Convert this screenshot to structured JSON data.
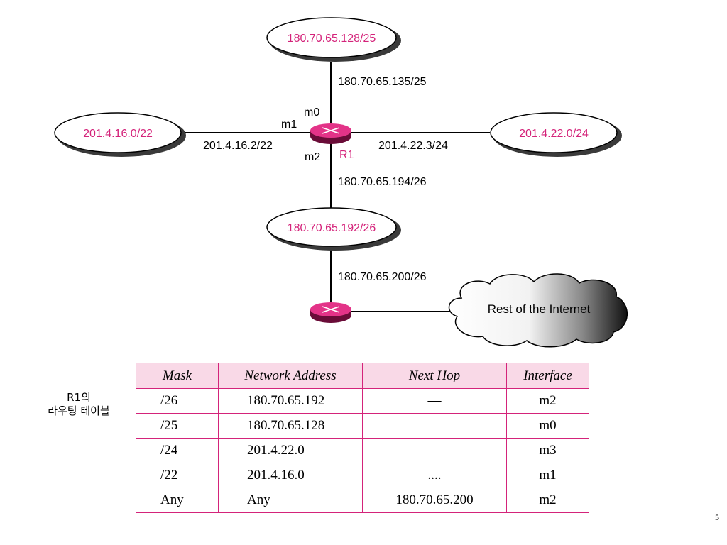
{
  "colors": {
    "network_text": "#d4237a",
    "router_fill": "#e33388",
    "router_shadow": "#6a0c38",
    "table_border": "#d4237a",
    "table_header_bg": "#f9d9e7"
  },
  "diagram": {
    "networks": {
      "top": "180.70.65.128/25",
      "left": "201.4.16.0/22",
      "right": "201.4.22.0/24",
      "bottom": "180.70.65.192/26"
    },
    "router_label": "R1",
    "interfaces": {
      "m0": "m0",
      "m1": "m1",
      "m2": "m2"
    },
    "addresses": {
      "m0": "180.70.65.135/25",
      "m1": "201.4.16.2/22",
      "m3": "201.4.22.3/24",
      "m2": "180.70.65.194/26",
      "default_router": "180.70.65.200/26"
    },
    "internet_label": "Rest of the Internet"
  },
  "caption": {
    "line1": "R1의",
    "line2": "라우팅 테이블"
  },
  "routing_table": {
    "headers": [
      "Mask",
      "Network Address",
      "Next Hop",
      "Interface"
    ],
    "rows": [
      [
        "/26",
        "180.70.65.192",
        "—",
        "m2"
      ],
      [
        "/25",
        "180.70.65.128",
        "—",
        "m0"
      ],
      [
        "/24",
        "201.4.22.0",
        "—",
        "m3"
      ],
      [
        "/22",
        "201.4.16.0",
        "....",
        "m1"
      ],
      [
        "Any",
        "Any",
        "180.70.65.200",
        "m2"
      ]
    ]
  },
  "page_number": "5"
}
